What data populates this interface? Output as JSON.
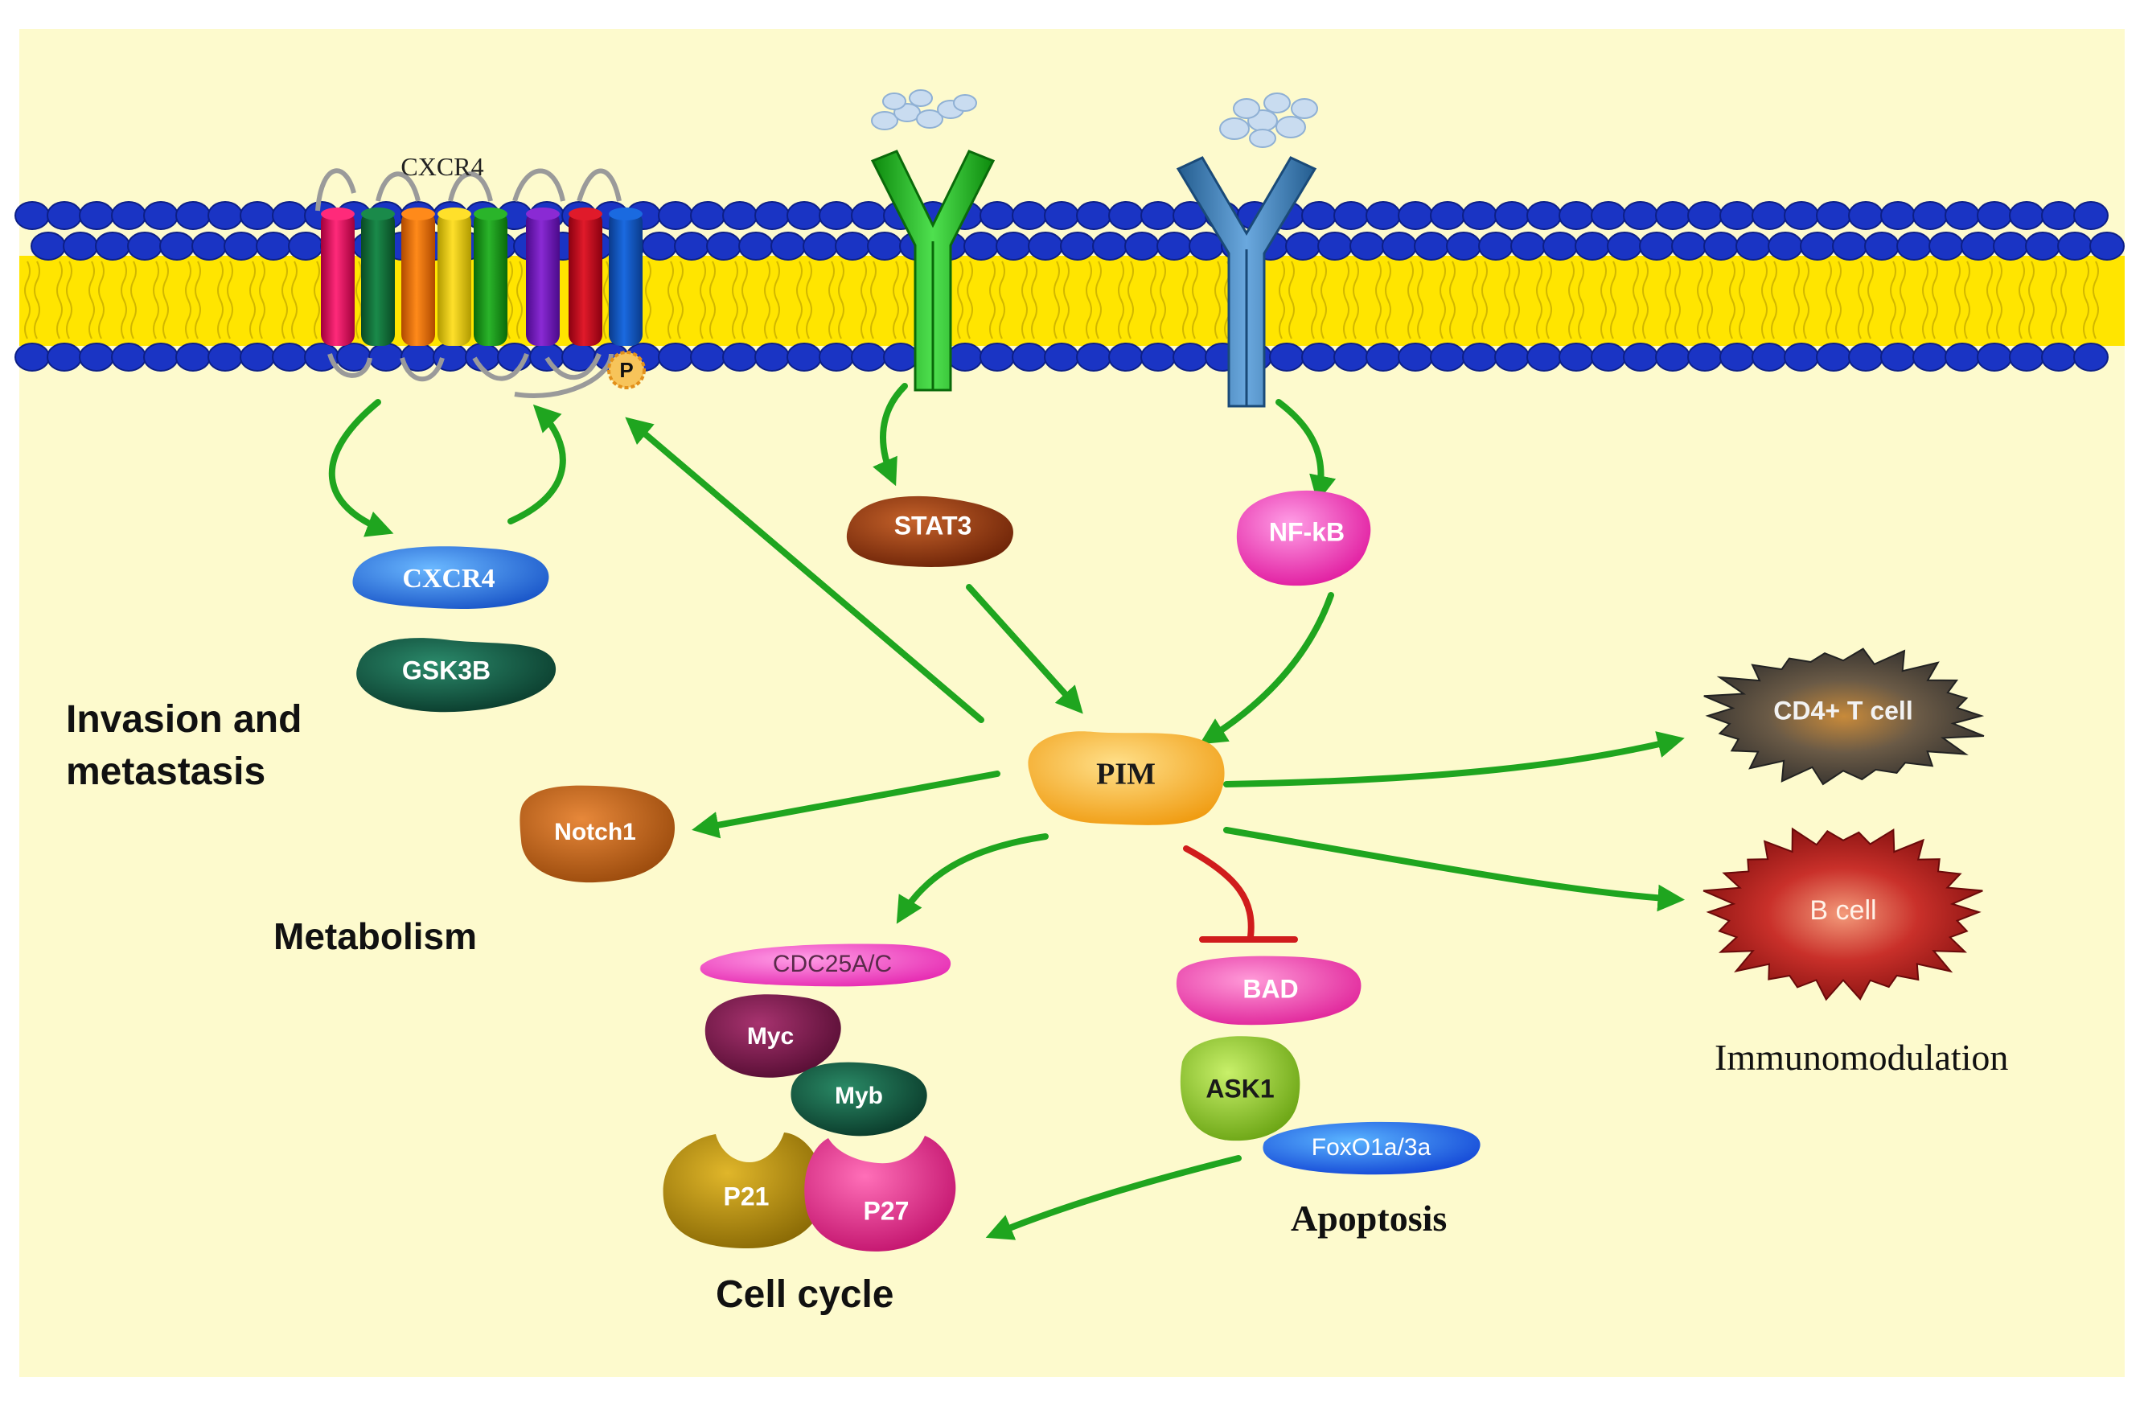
{
  "diagram": {
    "colors": {
      "background": "#fdfacd",
      "arrow": "#1fa51f",
      "inhibit": "#d01c1c",
      "membrane_head": "#1a34c4",
      "membrane_tail": "#ffe500"
    },
    "membrane": {
      "receptor_label": "CXCR4",
      "phospho_label": "P"
    },
    "nodes": {
      "cxcr4": "CXCR4",
      "gsk3b": "GSK3B",
      "stat3": "STAT3",
      "nfkb": "NF-kB",
      "pim": "PIM",
      "notch1": "Notch1",
      "cdc25": "CDC25A/C",
      "myc": "Myc",
      "myb": "Myb",
      "p21": "P21",
      "p27": "P27",
      "bad": "BAD",
      "ask1": "ASK1",
      "foxo": "FoxO1a/3a",
      "cd4": "CD4+ T cell",
      "bcell": "B cell"
    },
    "categories": {
      "invasion_1": "Invasion and",
      "invasion_2": "metastasis",
      "metabolism": "Metabolism",
      "cell_cycle": "Cell cycle",
      "apoptosis": "Apoptosis",
      "immunomodulation": "Immunomodulation"
    },
    "icons": [
      "ligand-cluster-icon",
      "receptor-icon",
      "spiky-cell-icon",
      "inhibition-icon"
    ]
  }
}
